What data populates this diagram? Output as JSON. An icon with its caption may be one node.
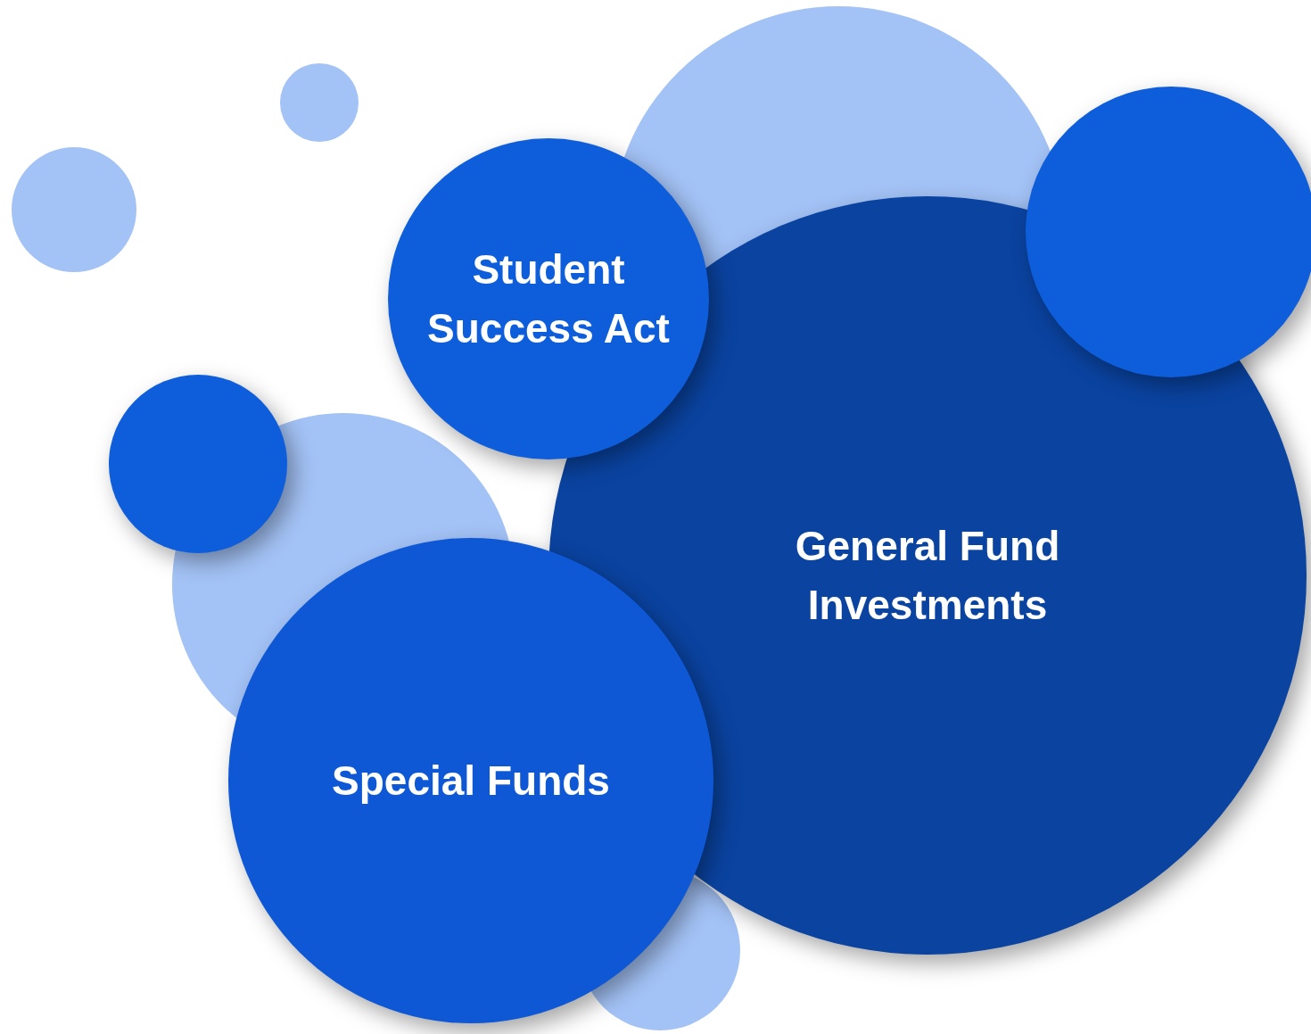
{
  "diagram": {
    "nodes": [
      {
        "text": [
          "Student Success Act"
        ]
      },
      {
        "text": [
          "General Fund Investments"
        ]
      },
      {
        "text": [
          "Special Funds"
        ]
      },
      {
        "text": [],
        "shape": "circle"
      },
      {
        "text": [],
        "shape": "circle"
      }
    ]
  }
}
